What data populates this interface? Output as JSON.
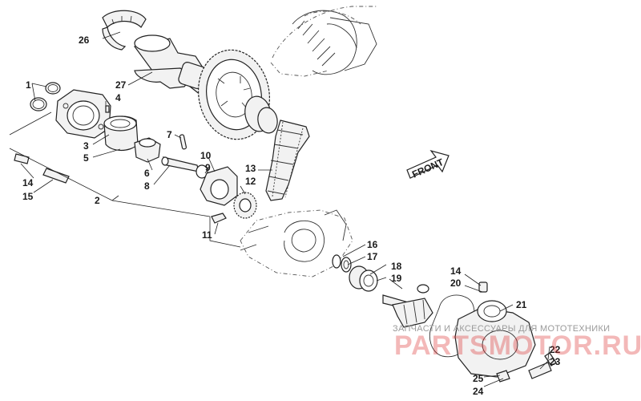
{
  "figure": {
    "callouts": [
      {
        "key": "c1",
        "text": "1"
      },
      {
        "key": "c2",
        "text": "2"
      },
      {
        "key": "c3",
        "text": "3"
      },
      {
        "key": "c4",
        "text": "4"
      },
      {
        "key": "c5",
        "text": "5"
      },
      {
        "key": "c6",
        "text": "6"
      },
      {
        "key": "c7",
        "text": "7"
      },
      {
        "key": "c8",
        "text": "8"
      },
      {
        "key": "c9",
        "text": "9"
      },
      {
        "key": "c10",
        "text": "10"
      },
      {
        "key": "c11",
        "text": "11"
      },
      {
        "key": "c12",
        "text": "12"
      },
      {
        "key": "c13",
        "text": "13"
      },
      {
        "key": "c14a",
        "text": "14"
      },
      {
        "key": "c14b",
        "text": "14"
      },
      {
        "key": "c15",
        "text": "15"
      },
      {
        "key": "c16",
        "text": "16"
      },
      {
        "key": "c17",
        "text": "17"
      },
      {
        "key": "c18",
        "text": "18"
      },
      {
        "key": "c19",
        "text": "19"
      },
      {
        "key": "c20",
        "text": "20"
      },
      {
        "key": "c21",
        "text": "21"
      },
      {
        "key": "c22",
        "text": "22"
      },
      {
        "key": "c23",
        "text": "23"
      },
      {
        "key": "c24",
        "text": "24"
      },
      {
        "key": "c25",
        "text": "25"
      },
      {
        "key": "c26",
        "text": "26"
      },
      {
        "key": "c27",
        "text": "27"
      }
    ],
    "front_arrow_label": "FRONT"
  },
  "watermark": {
    "tagline": "ЗАПЧАСТИ И АКСЕССУАРЫ ДЛЯ МОТОТЕХНИКИ",
    "brand": "PARTSMOTOR.RU"
  },
  "colors": {
    "line": "#222222",
    "watermark_red": "#dc2828",
    "watermark_gray": "#9a9a9a"
  }
}
